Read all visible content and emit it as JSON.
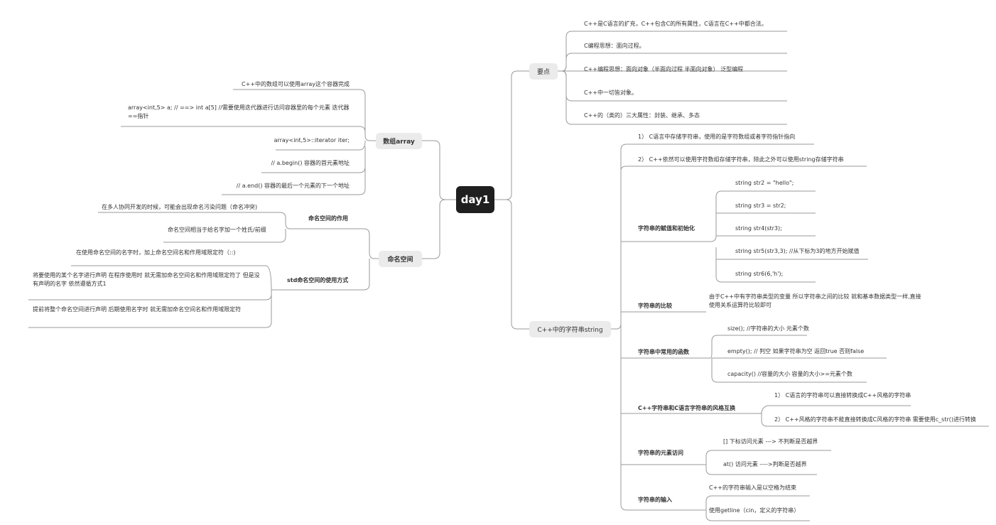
{
  "root": "day1",
  "right": {
    "yaodian": {
      "label": "要点",
      "items": [
        "C++是C语言的扩充，C++包含C的所有属性，C语言在C++中都合法。",
        "C编程思想：面向过程。",
        "C++编程思想：面向对象（半面向过程 半面向对象） 泛型编程",
        "C++中一切皆对象。",
        "C++的（类的）三大属性：封装、继承、多态"
      ]
    },
    "string": {
      "label": "C++中的字符串string",
      "intro": [
        "1） C语言中存储字符串，使用的是字符数组或者字符指针指向",
        "2） C++依然可以使用字符数组存储字符串，除此之外可以使用string存储字符串"
      ],
      "init": {
        "label": "字符串的赋值和初始化",
        "items": [
          "string str2 = \"hello\";",
          "string str3 = str2;",
          "string str4(str3);",
          "string str5(str3,3); //从下标为3的地方开始赋值",
          "string str6(6,'h');"
        ]
      },
      "compare": {
        "label": "字符串的比较",
        "text": "由于C++中有字符串类型的变量 所以字符串之间的比较 就和基本数据类型一样,直接使用关系运算符比较即可"
      },
      "funcs": {
        "label": "字符串中常用的函数",
        "items": [
          "size();    //字符串的大小 元素个数",
          "empty(); // 判空 如果字符串为空 返回true 否则false",
          "capacity()  //容量的大小  容量的大小>=元素个数"
        ]
      },
      "convert": {
        "label": "C++字符串和C语言字符串的风格互换",
        "items": [
          "1） C语言的字符串可以直接转换成C++风格的字符串",
          "2） C++风格的字符串不能直接转换成C风格的字符串 需要使用c_str()进行转换"
        ]
      },
      "access": {
        "label": "字符串的元素访问",
        "items": [
          "[] 下标访问元素  ---> 不判断是否越界",
          "at() 访问元素  ---->判断是否越界"
        ]
      },
      "input": {
        "label": "字符串的输入",
        "items": [
          "C++的字符串输入是以空格为结束",
          "使用getline（cin，定义的字符串）"
        ]
      }
    }
  },
  "left": {
    "array": {
      "label": "数组array",
      "items": [
        "C++中的数组可以使用array这个容器完成",
        "array<int,5> a; // ==> int a[5]    //需要使用迭代器进行访问容器里的每个元素  迭代器==指针",
        "array<int,5>::iterator iter;",
        "// a.begin() 容器的首元素地址",
        "// a.end() 容器的最后一个元素的下一个地址"
      ]
    },
    "namespace": {
      "label": "命名空间",
      "role": {
        "label": "命名空间的作用",
        "items": [
          "在多人协同开发的时候，可能会出现命名污染问题（命名冲突)",
          "命名空间相当于给名字加一个姓氏/前缀"
        ]
      },
      "usage": {
        "label": "std命名空间的使用方式",
        "items": [
          "在使用命名空间的名字时，加上命名空间名和作用域限定符（::)",
          "将要使用的某个名字进行声明 在程序使用时 就无需加命名空间名和作用域限定符了 但是没有声明的名字 依然遵循方式1",
          "提前将整个命名空间进行声明 后期使用名字时 就无需加命名空间名和作用域限定符"
        ]
      }
    }
  }
}
